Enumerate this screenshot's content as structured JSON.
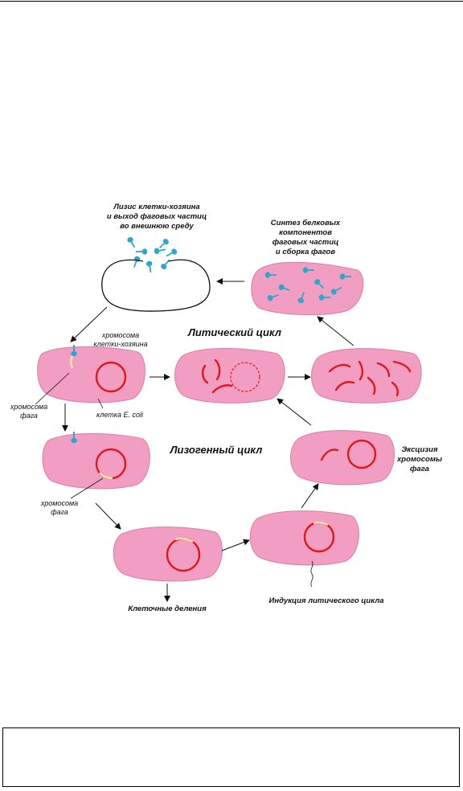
{
  "labels": {
    "lysis": [
      "Лизис клетки-хозяина",
      "и выход фаговых частиц",
      "во внешнюю среду"
    ],
    "synthesis": [
      "Синтез белковых",
      "компонентов",
      "фаговых частиц",
      "и сборка фагов"
    ],
    "lytic_cycle": "Литический цикл",
    "lysogenic_cycle": "Лизогенный цикл",
    "host_chromosome": [
      "хромосома",
      "клетки-хозяина"
    ],
    "phage_chromosome_1": [
      "хромосома",
      "фага"
    ],
    "ecoli_cell": "клетка E. coli",
    "phage_chromosome_2": [
      "хромосома",
      "фага"
    ],
    "excision": [
      "Эксцизия",
      "хромосомы",
      "фага"
    ],
    "cell_division": "Клеточные деления",
    "induction": "Индукция литического цикла"
  },
  "colors": {
    "cell": "#f19ec2",
    "chromosome": "#e1161c",
    "phage": "#2aa6cf",
    "phage_dna": "#fbe7a8"
  }
}
